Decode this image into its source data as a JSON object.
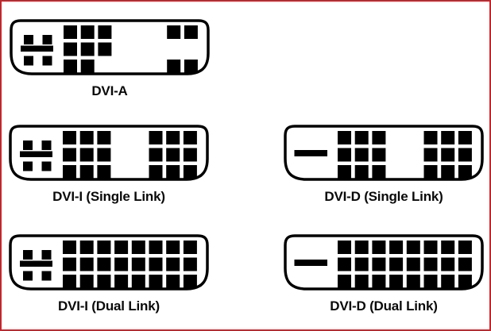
{
  "canvas": {
    "background": "#ffffff",
    "border_color": "#c1272d"
  },
  "colors": {
    "outline": "#000000",
    "body": "#ffffff",
    "pin": "#000000",
    "label_text": "#0a0a0a"
  },
  "connectors": [
    {
      "id": "dvi-a",
      "label": "DVI-A",
      "analog": "cross",
      "pins": [
        [
          1,
          1,
          1,
          0,
          0,
          0,
          1,
          1
        ],
        [
          1,
          1,
          1,
          0,
          0,
          0,
          0,
          0
        ],
        [
          1,
          1,
          0,
          0,
          0,
          0,
          1,
          1
        ]
      ]
    },
    {
      "id": "dvi-i-single-link",
      "label": "DVI-I (Single Link)",
      "analog": "cross",
      "pins": [
        [
          1,
          1,
          1,
          0,
          0,
          1,
          1,
          1
        ],
        [
          1,
          1,
          1,
          0,
          0,
          1,
          1,
          1
        ],
        [
          1,
          1,
          1,
          0,
          0,
          1,
          1,
          1
        ]
      ]
    },
    {
      "id": "dvi-d-single-link",
      "label": "DVI-D (Single Link)",
      "analog": "blade",
      "pins": [
        [
          1,
          1,
          1,
          0,
          0,
          1,
          1,
          1
        ],
        [
          1,
          1,
          1,
          0,
          0,
          1,
          1,
          1
        ],
        [
          1,
          1,
          1,
          0,
          0,
          1,
          1,
          1
        ]
      ]
    },
    {
      "id": "dvi-i-dual-link",
      "label": "DVI-I (Dual Link)",
      "analog": "cross",
      "pins": [
        [
          1,
          1,
          1,
          1,
          1,
          1,
          1,
          1
        ],
        [
          1,
          1,
          1,
          1,
          1,
          1,
          1,
          1
        ],
        [
          1,
          1,
          1,
          1,
          1,
          1,
          1,
          1
        ]
      ]
    },
    {
      "id": "dvi-d-dual-link",
      "label": "DVI-D (Dual Link)",
      "analog": "blade",
      "pins": [
        [
          1,
          1,
          1,
          1,
          1,
          1,
          1,
          1
        ],
        [
          1,
          1,
          1,
          1,
          1,
          1,
          1,
          1
        ],
        [
          1,
          1,
          1,
          1,
          1,
          1,
          1,
          1
        ]
      ]
    }
  ]
}
